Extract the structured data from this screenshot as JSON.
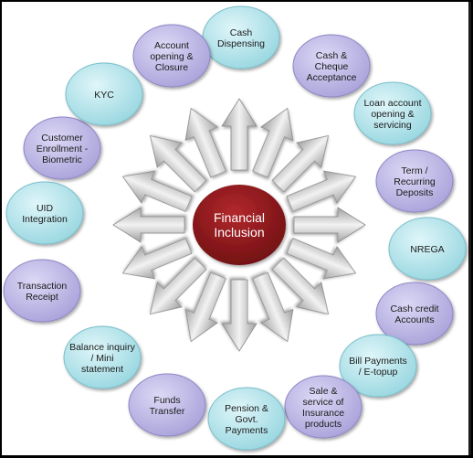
{
  "center": {
    "label_lines": [
      "Financial",
      "Inclusion"
    ],
    "color": "#8b1a1c"
  },
  "colors": {
    "purple": "#b4aee0",
    "teal": "#a9dfe6",
    "arrow": "#c8c8c8"
  },
  "nodes": [
    {
      "id": "cash-dispensing",
      "lines": [
        "Cash",
        "Dispensing"
      ],
      "color": "teal"
    },
    {
      "id": "cash-cheque-acceptance",
      "lines": [
        "Cash &",
        "Cheque",
        "Acceptance"
      ],
      "color": "purple"
    },
    {
      "id": "loan-account",
      "lines": [
        "Loan account",
        "opening &",
        "servicing"
      ],
      "color": "teal"
    },
    {
      "id": "term-recurring-deposits",
      "lines": [
        "Term /",
        "Recurring",
        "Deposits"
      ],
      "color": "purple"
    },
    {
      "id": "nrega",
      "lines": [
        "NREGA"
      ],
      "color": "teal"
    },
    {
      "id": "cash-credit-accounts",
      "lines": [
        "Cash credit",
        "Accounts"
      ],
      "color": "purple"
    },
    {
      "id": "bill-payments",
      "lines": [
        "Bill Payments",
        "/ E-topup"
      ],
      "color": "teal"
    },
    {
      "id": "sale-insurance",
      "lines": [
        "Sale &",
        "service of",
        "Insurance",
        "products"
      ],
      "color": "purple"
    },
    {
      "id": "pension-payments",
      "lines": [
        "Pension &",
        "Govt.",
        "Payments"
      ],
      "color": "teal"
    },
    {
      "id": "funds-transfer",
      "lines": [
        "Funds",
        "Transfer"
      ],
      "color": "purple"
    },
    {
      "id": "balance-inquiry",
      "lines": [
        "Balance inquiry",
        "/ Mini",
        "statement"
      ],
      "color": "teal"
    },
    {
      "id": "transaction-receipt",
      "lines": [
        "Transaction",
        "Receipt"
      ],
      "color": "purple"
    },
    {
      "id": "uid-integration",
      "lines": [
        "UID",
        "Integration"
      ],
      "color": "teal"
    },
    {
      "id": "customer-enrollment",
      "lines": [
        "Customer",
        "Enrollment -",
        "Biometric"
      ],
      "color": "purple"
    },
    {
      "id": "kyc",
      "lines": [
        "KYC"
      ],
      "color": "teal"
    },
    {
      "id": "account-opening",
      "lines": [
        "Account",
        "opening &",
        "Closure"
      ],
      "color": "purple"
    }
  ]
}
